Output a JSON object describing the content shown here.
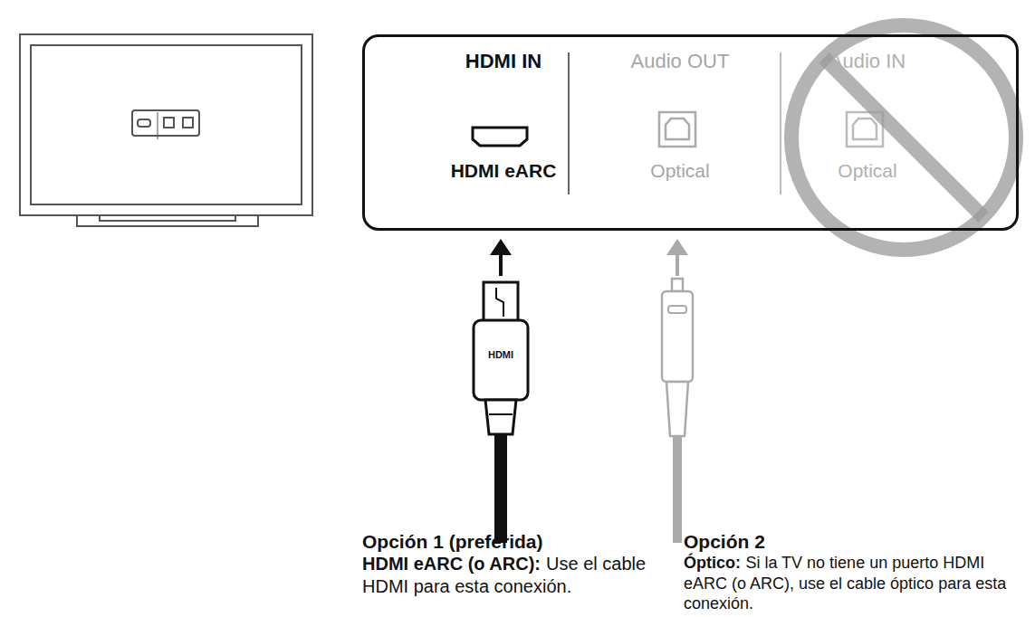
{
  "diagram": {
    "nodes": [
      {
        "text": [
          "HDMI IN",
          "HDMI eARC",
          "Audio OUT",
          "Optical",
          "Audio IN",
          "Optical"
        ]
      }
    ],
    "labels": [
      "HDMI",
      "Opción 1 (preferida)",
      "HDMI eARC (o ARC):",
      "Use el cable HDMI para esta conexión.",
      "Opción 2",
      "Óptico:",
      "Si la TV no tiene un puerto HDMI eARC (o ARC), use el cable óptico para esta conexión."
    ]
  }
}
